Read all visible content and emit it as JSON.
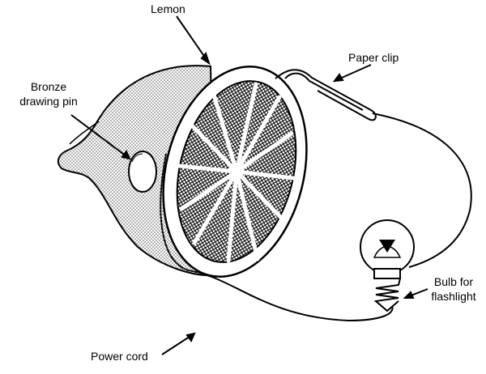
{
  "labels": {
    "lemon": "Lemon",
    "paper_clip": "Paper clip",
    "bronze_pin_line1": "Bronze",
    "bronze_pin_line2": "drawing pin",
    "bulb_line1": "Bulb for",
    "bulb_line2": "flashlight",
    "power_cord": "Power cord"
  },
  "colors": {
    "ink": "#000000",
    "paper": "#ffffff",
    "stipple": "#555555"
  }
}
